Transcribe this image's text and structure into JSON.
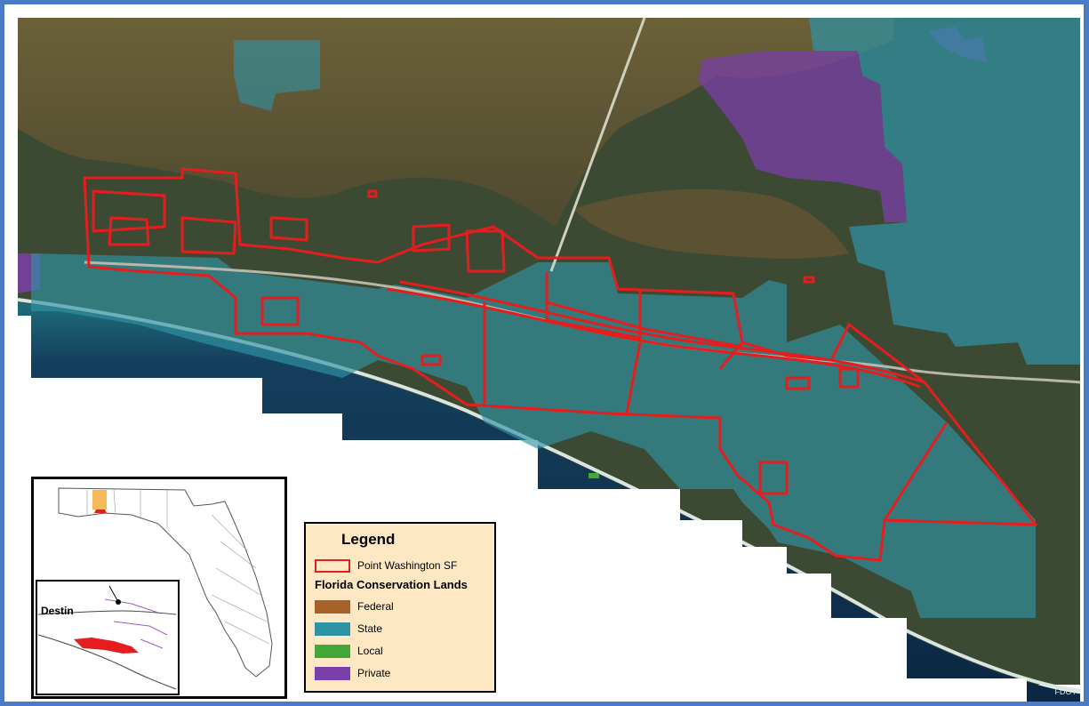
{
  "legend": {
    "title": "Legend",
    "forest_label": "Point Washington SF",
    "forest_color": "#e41e1e",
    "section_title": "Florida Conservation Lands",
    "items": [
      {
        "label": "Federal",
        "color": "#a6622a"
      },
      {
        "label": "State",
        "color": "#2f93a6"
      },
      {
        "label": "Local",
        "color": "#44a838"
      },
      {
        "label": "Private",
        "color": "#7a3fa8"
      }
    ]
  },
  "inset": {
    "city_label": "Destin"
  },
  "credit": "FDOT",
  "colors": {
    "frame": "#4a7bc4",
    "water": "#5b5330",
    "land": "#3f4a32",
    "ocean": "#0e2f4a",
    "state_overlay": "#2f93a6",
    "private_overlay": "#7a3fa8"
  }
}
